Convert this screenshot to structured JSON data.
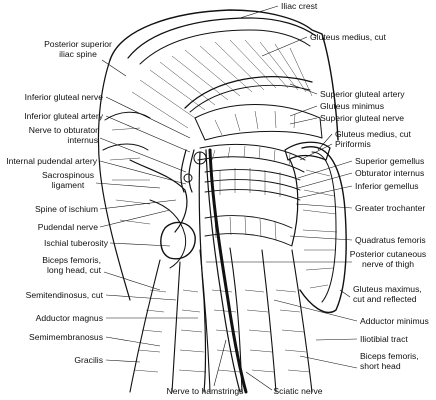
{
  "figure": {
    "left_labels": [
      {
        "id": "posterior-superior-iliac-spine",
        "lines": [
          "Posterior superior",
          "iliac spine"
        ]
      },
      {
        "id": "inferior-gluteal-nerve",
        "lines": [
          "Inferior gluteal nerve"
        ]
      },
      {
        "id": "inferior-gluteal-artery",
        "lines": [
          "Inferior gluteal artery"
        ]
      },
      {
        "id": "nerve-to-obturator-internus",
        "lines": [
          "Nerve to obturator",
          "internus"
        ]
      },
      {
        "id": "internal-pudendal-artery",
        "lines": [
          "Internal pudendal artery"
        ]
      },
      {
        "id": "sacrospinous-ligament",
        "lines": [
          "Sacrospinous",
          "ligament"
        ]
      },
      {
        "id": "spine-of-ischium",
        "lines": [
          "Spine of ischium"
        ]
      },
      {
        "id": "pudendal-nerve",
        "lines": [
          "Pudendal nerve"
        ]
      },
      {
        "id": "ischial-tuberosity",
        "lines": [
          "Ischial tuberosity"
        ]
      },
      {
        "id": "biceps-femoris-long-head",
        "lines": [
          "Biceps femoris,",
          "long head, cut"
        ]
      },
      {
        "id": "semitendinosus-cut",
        "lines": [
          "Semitendinosus, cut"
        ]
      },
      {
        "id": "adductor-magnus",
        "lines": [
          "Adductor magnus"
        ]
      },
      {
        "id": "semimembranosus",
        "lines": [
          "Semimembranosus"
        ]
      },
      {
        "id": "gracilis",
        "lines": [
          "Gracilis"
        ]
      }
    ],
    "right_labels": [
      {
        "id": "iliac-crest",
        "lines": [
          "Iliac crest"
        ]
      },
      {
        "id": "gluteus-medius-cut-top",
        "lines": [
          "Gluteus medius, cut"
        ]
      },
      {
        "id": "superior-gluteal-artery",
        "lines": [
          "Superior gluteal artery"
        ]
      },
      {
        "id": "gluteus-minimus",
        "lines": [
          "Gluteus minimus"
        ]
      },
      {
        "id": "superior-gluteal-nerve",
        "lines": [
          "Superior gluteal nerve"
        ]
      },
      {
        "id": "gluteus-medius-cut",
        "lines": [
          "Gluteus medius, cut"
        ]
      },
      {
        "id": "piriformis",
        "lines": [
          "Piriformis"
        ]
      },
      {
        "id": "superior-gemellus",
        "lines": [
          "Superior gemellus"
        ]
      },
      {
        "id": "obturator-internus",
        "lines": [
          "Obturator internus"
        ]
      },
      {
        "id": "inferior-gemellus",
        "lines": [
          "Inferior gemellus"
        ]
      },
      {
        "id": "greater-trochanter",
        "lines": [
          "Greater trochanter"
        ]
      },
      {
        "id": "quadratus-femoris",
        "lines": [
          "Quadratus femoris"
        ]
      },
      {
        "id": "posterior-cutaneous-nerve",
        "lines": [
          "Posterior cutaneous",
          "nerve of thigh"
        ]
      },
      {
        "id": "gluteus-maximus-reflected",
        "lines": [
          "Gluteus maximus,",
          "cut and reflected"
        ]
      },
      {
        "id": "adductor-minimus",
        "lines": [
          "Adductor minimus"
        ]
      },
      {
        "id": "iliotibial-tract",
        "lines": [
          "Iliotibial tract"
        ]
      },
      {
        "id": "biceps-femoris-short-head",
        "lines": [
          "Biceps femoris,",
          "short head"
        ]
      }
    ],
    "bottom_labels": [
      {
        "id": "nerve-to-hamstrings",
        "lines": [
          "Nerve to hamstrings"
        ]
      },
      {
        "id": "sciatic-nerve",
        "lines": [
          "Sciatic nerve"
        ]
      }
    ]
  }
}
